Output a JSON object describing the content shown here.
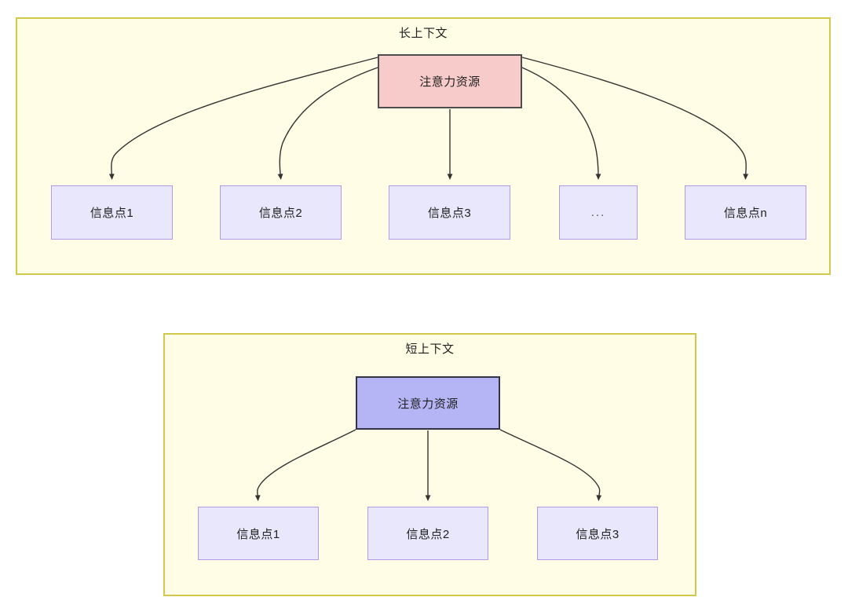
{
  "diagram": {
    "type": "node-link-diagram",
    "title": "Attention resource allocation across context lengths",
    "colors": {
      "group_fill": "#fffde5",
      "group_border": "#cfc84a",
      "attention_long_fill": "#f8cbcb",
      "attention_long_border": "#4d4d4d",
      "attention_short_fill": "#b5b5f5",
      "attention_short_border": "#333344",
      "info_fill": "#e8e7fc",
      "info_border": "#b49ae8",
      "edge": "#333333",
      "text": "#1f1f1f"
    }
  },
  "groups": [
    {
      "id": "long",
      "title": "长上下文",
      "root": {
        "label": "注意力资源"
      },
      "children": [
        {
          "label": "信息点1"
        },
        {
          "label": "信息点2"
        },
        {
          "label": "信息点3"
        },
        {
          "label": "..."
        },
        {
          "label": "信息点n"
        }
      ]
    },
    {
      "id": "short",
      "title": "短上下文",
      "root": {
        "label": "注意力资源"
      },
      "children": [
        {
          "label": "信息点1"
        },
        {
          "label": "信息点2"
        },
        {
          "label": "信息点3"
        }
      ]
    }
  ]
}
